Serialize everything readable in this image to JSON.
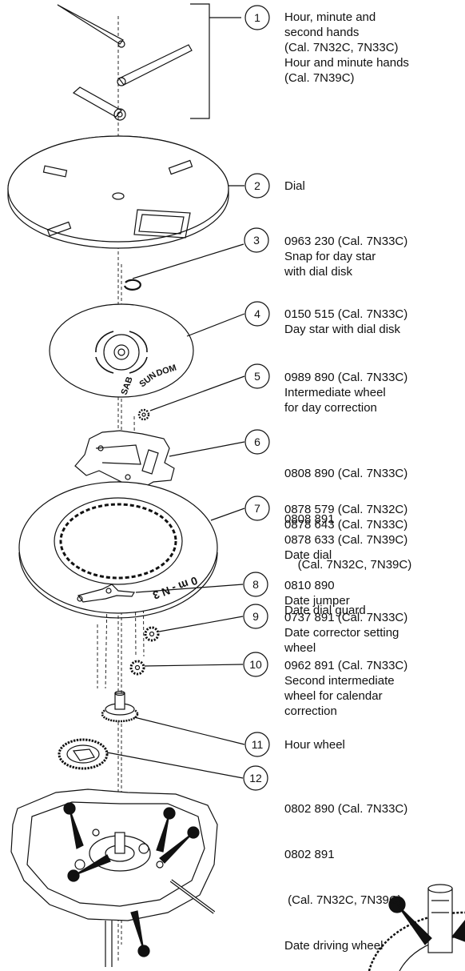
{
  "parts": [
    {
      "number": "1",
      "lines": [
        "Hour, minute and",
        "second hands",
        "(Cal. 7N32C, 7N33C)",
        "Hour and minute hands",
        "(Cal. 7N39C)"
      ]
    },
    {
      "number": "2",
      "lines": [
        "Dial"
      ]
    },
    {
      "number": "3",
      "lines": [
        "0963 230 (Cal. 7N33C)",
        "Snap for day star",
        "with dial disk"
      ]
    },
    {
      "number": "4",
      "lines": [
        "0150 515 (Cal. 7N33C)",
        "Day star with dial disk"
      ]
    },
    {
      "number": "5",
      "lines": [
        "0989 890 (Cal. 7N33C)",
        "Intermediate wheel",
        "for day correction"
      ]
    },
    {
      "number": "6",
      "lines": [
        "0808 890 (Cal. 7N33C)",
        "0808 891",
        "    (Cal. 7N32C, 7N39C)",
        "Date dial guard"
      ]
    },
    {
      "number": "7",
      "lines": [
        "0878 579 (Cal. 7N32C)",
        "0878 643 (Cal. 7N33C)",
        "0878 633 (Cal. 7N39C)",
        "Date dial"
      ]
    },
    {
      "number": "8",
      "lines": [
        "0810 890",
        "Date jumper"
      ]
    },
    {
      "number": "9",
      "lines": [
        "0737 891 (Cal. 7N33C)",
        "Date corrector setting",
        "wheel"
      ]
    },
    {
      "number": "10",
      "lines": [
        "0962 891 (Cal. 7N33C)",
        "Second intermediate",
        "wheel for calendar",
        "correction"
      ]
    },
    {
      "number": "11",
      "lines": [
        "Hour wheel"
      ]
    },
    {
      "number": "12",
      "lines": [
        "0802 890 (Cal. 7N33C)",
        "0802 891",
        " (Cal. 7N32C, 7N39C)",
        "Date driving wheel"
      ]
    }
  ],
  "disk_text": {
    "dom": "DOM",
    "sun": "SUN",
    "sab": "SAB"
  },
  "date_dial_text": "0 m - N 3"
}
